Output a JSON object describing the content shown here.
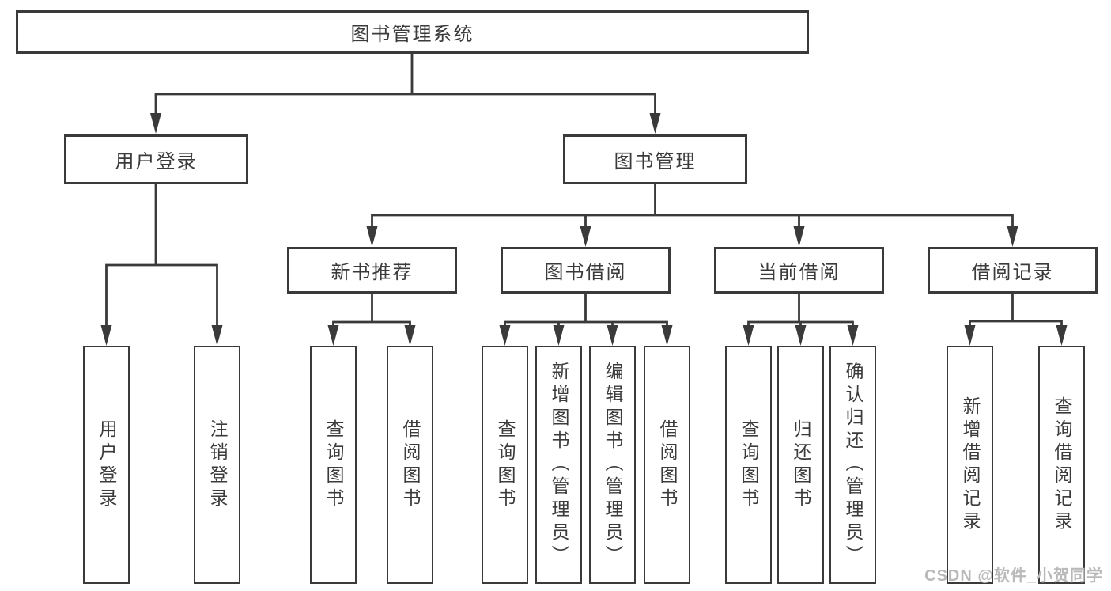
{
  "nodes": {
    "root": {
      "label": "图书管理系统"
    },
    "level2": [
      {
        "label": "用户登录"
      },
      {
        "label": "图书管理"
      }
    ],
    "level3": [
      {
        "label": "新书推荐"
      },
      {
        "label": "图书借阅"
      },
      {
        "label": "当前借阅"
      },
      {
        "label": "借阅记录"
      }
    ],
    "leaves": {
      "user": [
        "用户登录",
        "注销登录"
      ],
      "recommend": [
        "查询图书",
        "借阅图书"
      ],
      "borrow": [
        "查询图书",
        "新增图书（管理员）",
        "编辑图书（管理员）",
        "借阅图书"
      ],
      "current": [
        "查询图书",
        "归还图书",
        "确认归还（管理员）"
      ],
      "records": [
        "新增借阅记录",
        "查询借阅记录"
      ]
    }
  },
  "watermark": "CSDN @软件_小贺同学",
  "colors": {
    "line": "#3a3a3a",
    "text": "#3b3b3b",
    "watermark": "#b9b9b9",
    "background": "#ffffff"
  }
}
